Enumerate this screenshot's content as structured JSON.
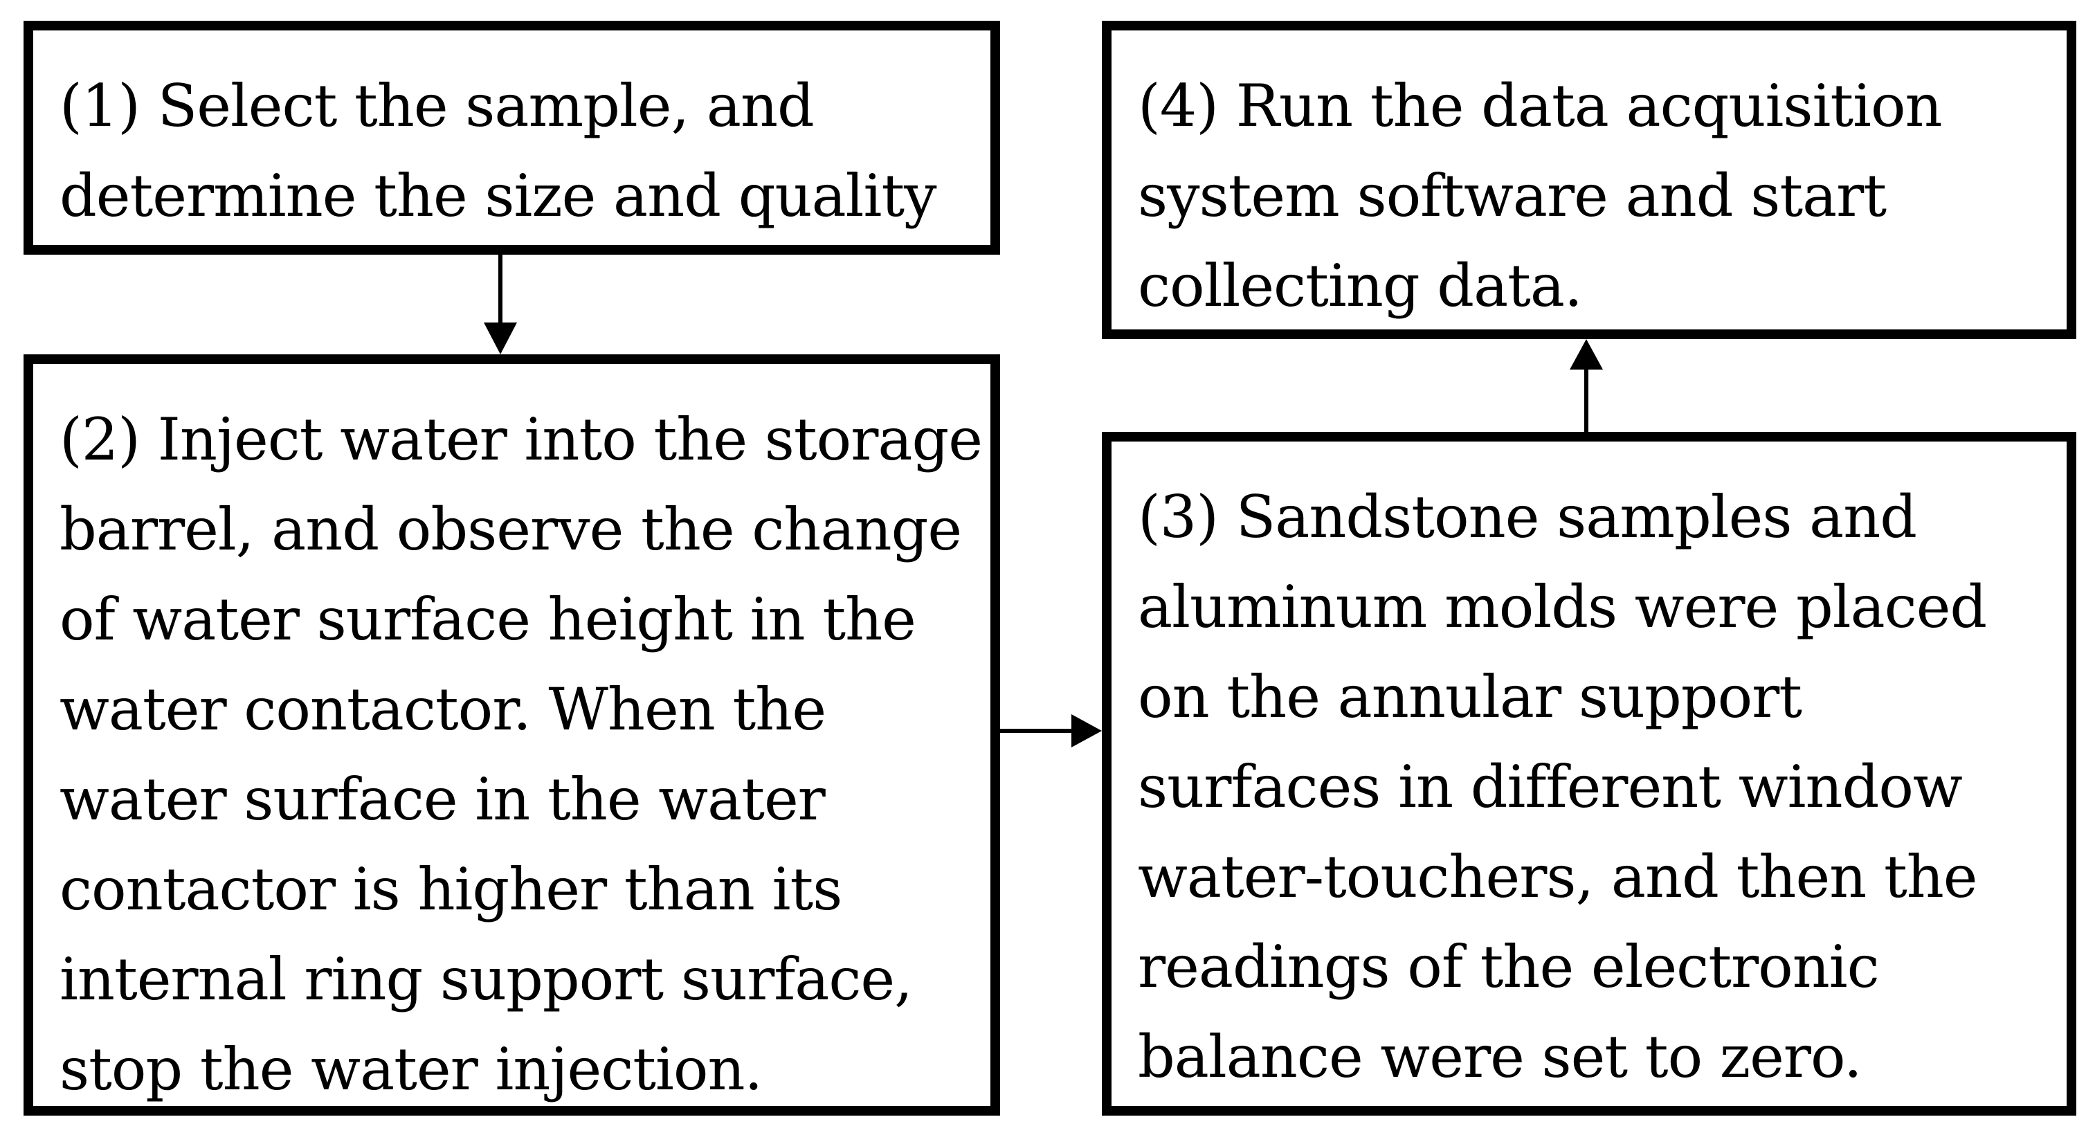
{
  "steps": [
    {
      "id": "step-1",
      "lines": [
        "(1) Select the sample, and",
        "determine the size and quality"
      ]
    },
    {
      "id": "step-2",
      "lines": [
        "(2) Inject water into the storage",
        "barrel, and observe the change",
        "of water surface height in the",
        "water contactor. When the",
        "water surface in the water",
        "contactor is higher than its",
        "internal ring support surface,",
        "stop the water injection."
      ]
    },
    {
      "id": "step-3",
      "lines": [
        "(3) Sandstone samples and",
        "aluminum molds were placed",
        "on the annular support",
        "surfaces in different window",
        "water-touchers, and then the",
        "readings of the electronic",
        "balance were set to zero."
      ]
    },
    {
      "id": "step-4",
      "lines": [
        "(4) Run the data acquisition",
        "system software and start",
        "collecting data."
      ]
    }
  ],
  "connectors": [
    {
      "from": "step-1",
      "to": "step-2",
      "direction": "down"
    },
    {
      "from": "step-2",
      "to": "step-3",
      "direction": "right"
    },
    {
      "from": "step-3",
      "to": "step-4",
      "direction": "up"
    }
  ],
  "colors": {
    "stroke": "#000000",
    "background": "#ffffff"
  }
}
